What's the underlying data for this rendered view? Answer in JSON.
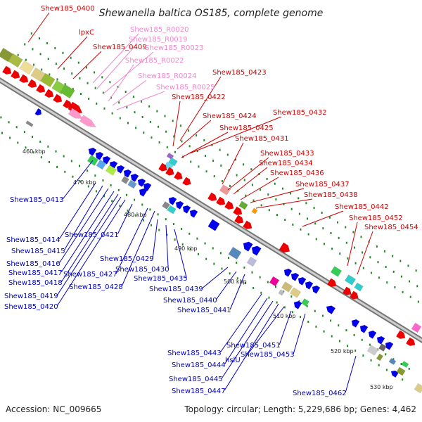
{
  "title": "Shewanella baltica OS185, complete genome",
  "footer": {
    "accession": "Accession: NC_009665",
    "topology": "Topology: circular; Length: 5,229,686 bp; Genes: 4,462"
  },
  "colors": {
    "red_label": "#cc0000",
    "pink_label": "#ee88cc",
    "blue_label": "#0000bb",
    "backbone": "#999999",
    "tick": "#228822"
  },
  "scale_labels": [
    "460 kbp",
    "470 kbp",
    "480 kbp",
    "490 kbp",
    "500 kbp",
    "510 kbp",
    "520 kbp",
    "530 kbp"
  ],
  "top_labels": [
    {
      "text": "Shew185_0400",
      "kind": "red"
    },
    {
      "text": "lpxC",
      "kind": "red"
    },
    {
      "text": "Shew185_0409",
      "kind": "red"
    },
    {
      "text": "Shew185_R0020",
      "kind": "pink"
    },
    {
      "text": "Shew185_R0019",
      "kind": "pink"
    },
    {
      "text": "Shew185_R0023",
      "kind": "pink"
    },
    {
      "text": "Shew185_R0022",
      "kind": "pink"
    },
    {
      "text": "Shew185_R0024",
      "kind": "pink"
    },
    {
      "text": "Shew185_R0025",
      "kind": "pink"
    },
    {
      "text": "Shew185_0423",
      "kind": "red"
    },
    {
      "text": "Shew185_0422",
      "kind": "red"
    },
    {
      "text": "Shew185_0424",
      "kind": "red"
    },
    {
      "text": "Shew185_0432",
      "kind": "red"
    },
    {
      "text": "Shew185_0425",
      "kind": "red"
    },
    {
      "text": "Shew185_0431",
      "kind": "red"
    },
    {
      "text": "Shew185_0433",
      "kind": "red"
    },
    {
      "text": "Shew185_0434",
      "kind": "red"
    },
    {
      "text": "Shew185_0436",
      "kind": "red"
    },
    {
      "text": "Shew185_0437",
      "kind": "red"
    },
    {
      "text": "Shew185_0438",
      "kind": "red"
    },
    {
      "text": "Shew185_0442",
      "kind": "red"
    },
    {
      "text": "Shew185_0452",
      "kind": "red"
    },
    {
      "text": "Shew185_0454",
      "kind": "red"
    }
  ],
  "bottom_labels": [
    "Shew185_0413",
    "Shew185_0414",
    "Shew185_0415",
    "Shew185_0416",
    "Shew185_0417",
    "Shew185_0418",
    "Shew185_0419",
    "Shew185_0420",
    "Shew185_0421",
    "Shew185_0427",
    "Shew185_0428",
    "Shew185_0429",
    "Shew185_0430",
    "Shew185_0435",
    "Shew185_0439",
    "Shew185_0440",
    "Shew185_0441",
    "Shew185_0443",
    "Shew185_0444",
    "Shew185_0445",
    "Shew185_0447",
    "hslU",
    "Shew185_0451",
    "Shew185_0453",
    "Shew185_0462"
  ]
}
